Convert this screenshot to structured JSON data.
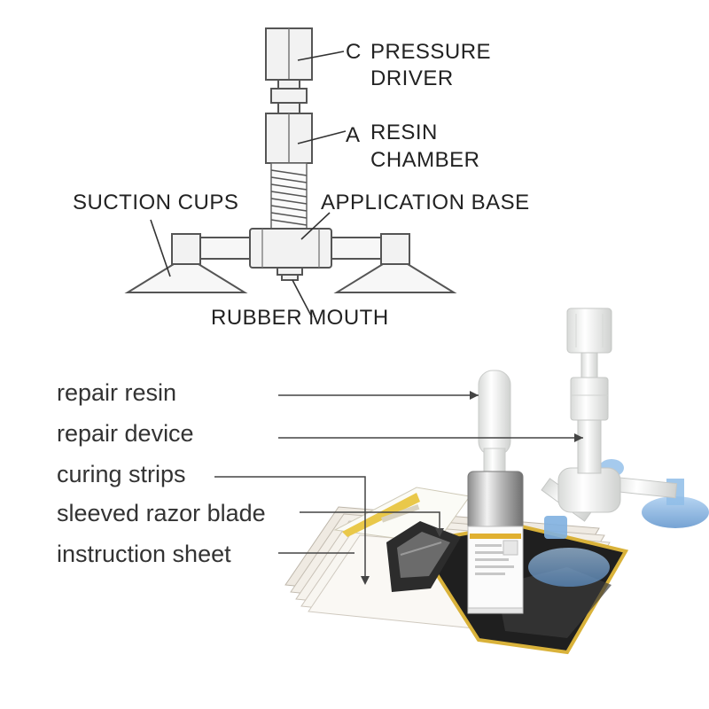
{
  "diagram": {
    "labels": {
      "pressure_driver_letter": "C",
      "pressure_driver_line1": "PRESSURE",
      "pressure_driver_line2": "DRIVER",
      "resin_chamber_letter": "A",
      "resin_chamber_line1": "RESIN",
      "resin_chamber_line2": "CHAMBER",
      "suction_cups": "SUCTION CUPS",
      "application_base": "APPLICATION BASE",
      "rubber_mouth": "RUBBER MOUTH"
    }
  },
  "kit": {
    "items": [
      "repair resin",
      "repair device",
      "curing strips",
      "sleeved razor blade",
      "instruction sheet"
    ]
  },
  "colors": {
    "device_plastic": "#eef0ee",
    "suction_cup_blue": "#7fb0e0",
    "bottle_silver": "#c8c8c8",
    "strip_stack": "#f0ece4"
  }
}
